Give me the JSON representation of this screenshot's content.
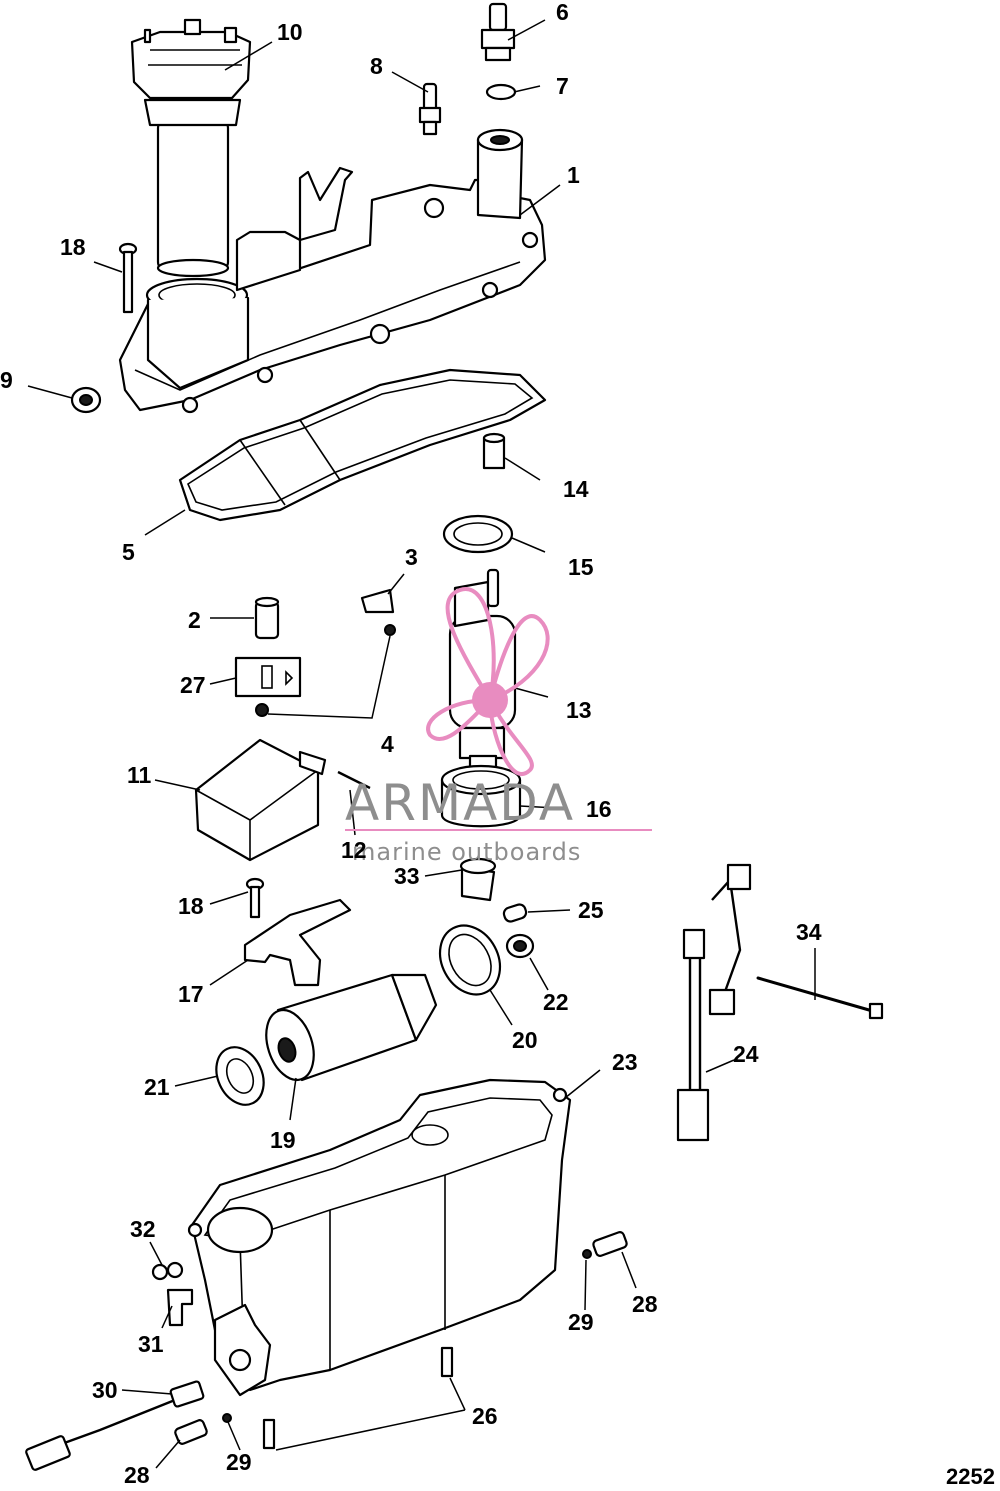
{
  "diagram": {
    "type": "exploded-parts-diagram",
    "figure_number": "2252",
    "callouts": [
      "1",
      "2",
      "3",
      "4",
      "5",
      "6",
      "7",
      "8",
      "9",
      "10",
      "11",
      "12",
      "13",
      "14",
      "15",
      "16",
      "17",
      "18",
      "18",
      "19",
      "20",
      "21",
      "22",
      "23",
      "24",
      "25",
      "26",
      "27",
      "28",
      "28",
      "29",
      "29",
      "30",
      "31",
      "32",
      "33",
      "34"
    ]
  },
  "watermark": {
    "brand": "ARMADA",
    "tagline": "marine outboards",
    "logo_icon": "propeller-icon",
    "logo_color": "#e88cc0",
    "text_color": "#8e8e8e"
  }
}
